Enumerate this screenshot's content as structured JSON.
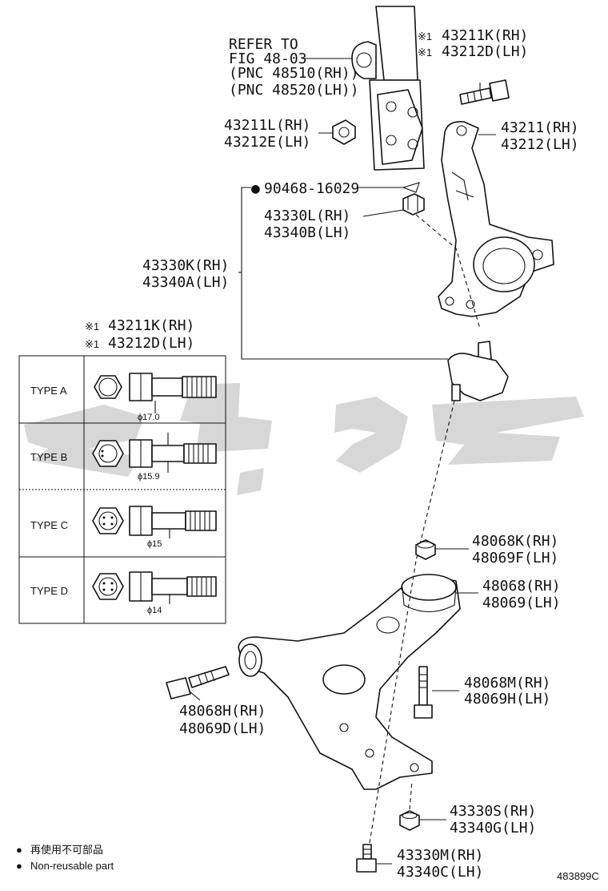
{
  "callouts": {
    "refer": [
      "REFER TO",
      "FIG 48-03",
      "(PNC 48510(RH))",
      "(PNC 48520(LH))"
    ],
    "bolt_top": {
      "prefix": "※1",
      "rh": "43211K(RH)",
      "lh": "43212D(LH)"
    },
    "nut_43211L": {
      "rh": "43211L(RH)",
      "lh": "43212E(LH)"
    },
    "knuckle": {
      "rh": "43211(RH)",
      "lh": "43212(LH)"
    },
    "cotter_pin": {
      "marker": "●",
      "pn": "90468-16029"
    },
    "nut_43330L": {
      "rh": "43330L(RH)",
      "lh": "43340B(LH)"
    },
    "ball_joint": {
      "rh": "43330K(RH)",
      "lh": "43340A(LH)"
    },
    "bolt_table_header": {
      "prefix": "※1",
      "rh": "43211K(RH)",
      "lh": "43212D(LH)"
    },
    "nut_48068K": {
      "rh": "48068K(RH)",
      "lh": "48069F(LH)"
    },
    "bushing_48068": {
      "rh": "48068(RH)",
      "lh": "48069(LH)"
    },
    "bolt_48068M": {
      "rh": "48068M(RH)",
      "lh": "48069H(LH)"
    },
    "bolt_48068H": {
      "rh": "48068H(RH)",
      "lh": "48069D(LH)"
    },
    "nut_43330S": {
      "rh": "43330S(RH)",
      "lh": "43340G(LH)"
    },
    "bolt_43330M": {
      "rh": "43330M(RH)",
      "lh": "43340C(LH)"
    }
  },
  "bolt_types": [
    {
      "type": "TYPE A",
      "dia": "ϕ17.0"
    },
    {
      "type": "TYPE B",
      "dia": "ϕ15.9"
    },
    {
      "type": "TYPE C",
      "dia": "ϕ15"
    },
    {
      "type": "TYPE D",
      "dia": "ϕ14"
    }
  ],
  "legend": {
    "marker": "●",
    "jp": "再使用不可部品",
    "en": "Non-reusable part"
  },
  "figure_code": "483899C",
  "colors": {
    "ink": "#111111",
    "watermark": "#d0d0d0",
    "background": "#ffffff"
  }
}
